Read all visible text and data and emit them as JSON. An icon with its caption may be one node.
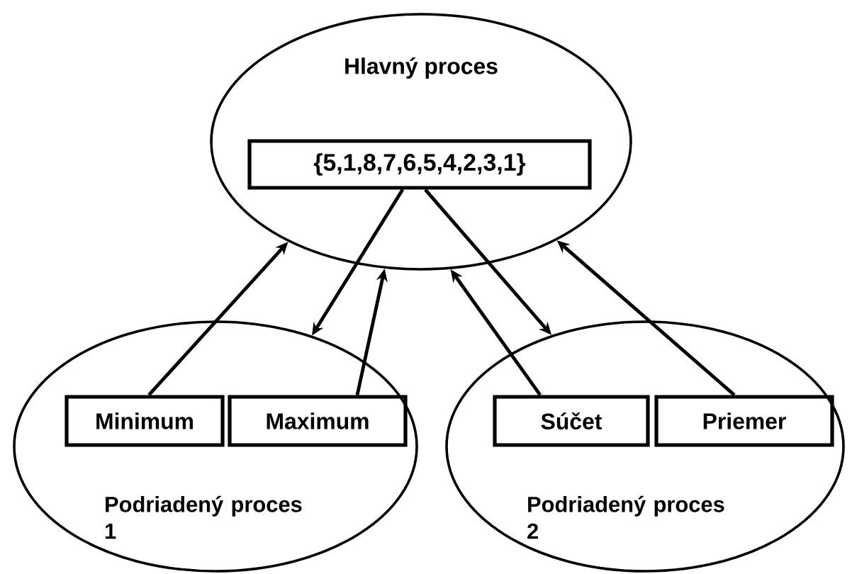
{
  "diagram": {
    "nodes": [
      {
        "text": [
          "Hlavný proces"
        ]
      },
      {
        "text": [
          "{5,1,8,7,6,5,4,2,3,1}"
        ],
        "in": 0
      },
      {
        "text": [
          "Podriadený proces 1"
        ]
      },
      {
        "text": [
          "Minimum"
        ],
        "in": 2
      },
      {
        "text": [
          "Maximum"
        ],
        "in": 2
      },
      {
        "text": [
          "Podriadený proces 2"
        ]
      },
      {
        "text": [
          "Súčet"
        ],
        "in": 5
      },
      {
        "text": [
          "Priemer"
        ],
        "in": 5
      }
    ],
    "edges": [
      {
        "from": 3,
        "to": 0,
        "arrow": "to"
      },
      {
        "from": 1,
        "to": 2,
        "arrow": "to"
      },
      {
        "from": 4,
        "to": 0,
        "arrow": "to"
      },
      {
        "from": 1,
        "to": 5,
        "arrow": "to"
      },
      {
        "from": 6,
        "to": 0,
        "arrow": "to"
      },
      {
        "from": 7,
        "to": 0,
        "arrow": "to"
      }
    ]
  }
}
